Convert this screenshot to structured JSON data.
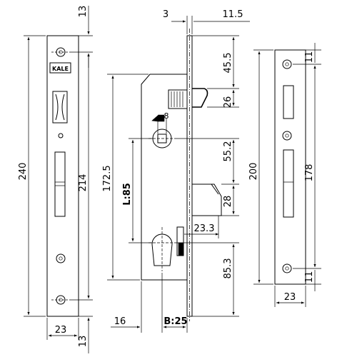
{
  "faceplate_left": {
    "dims": {
      "height_total": "240",
      "height_holes": "214",
      "top_offset": "13",
      "bottom_offset": "13",
      "width": "23"
    },
    "logo_text": "KALE"
  },
  "lock_body": {
    "dims": {
      "plate_thickness": "3",
      "plate_offset": "11.5",
      "top_to_latch": "45.5",
      "latch_height": "26",
      "square_hole": "8",
      "latch_to_handle": "55.2",
      "deadbolt_height": "28",
      "bolt_throw": "23.3",
      "handle_to_bottom": "85.3",
      "body_height": "172.5",
      "center_distance": "L:85",
      "left_offset": "16",
      "backset": "B:25"
    }
  },
  "strike_plate": {
    "dims": {
      "height_total": "200",
      "height_holes": "178",
      "top_offset": "11",
      "bottom_offset": "11",
      "width": "23"
    }
  }
}
